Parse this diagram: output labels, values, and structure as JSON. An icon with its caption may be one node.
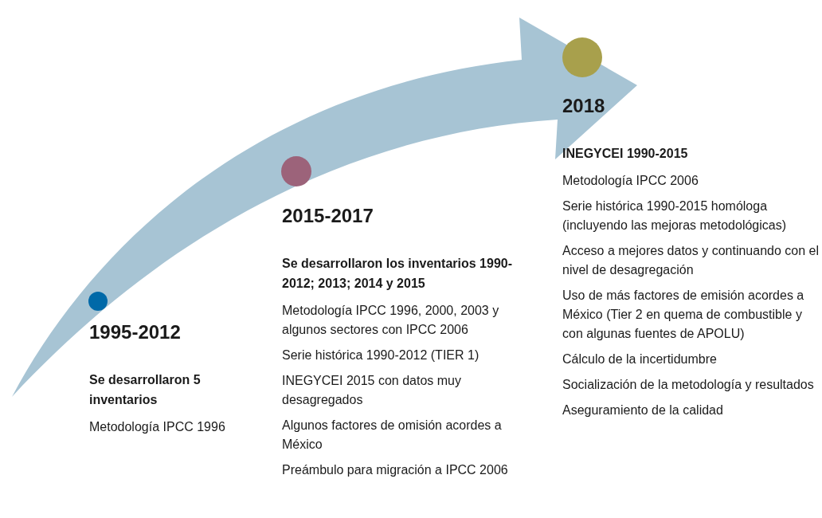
{
  "diagram": {
    "nodes": [
      {
        "text": [],
        "shape": "circle"
      },
      {
        "text": [],
        "shape": "circle"
      },
      {
        "text": [],
        "shape": "circle"
      }
    ],
    "labels": [
      "1995-2012",
      "Se desarrollaron 5 inventarios",
      "Metodología IPCC 1996",
      "2015-2017",
      "Se desarrollaron los inventarios 1990-2012; 2013; 2014 y 2015",
      "Metodología IPCC 1996, 2000, 2003 y algunos sectores con IPCC 2006",
      "Serie histórica 1990-2012 (TIER 1)",
      "INEGYCEI 2015 con datos muy desagregados",
      "Algunos factores de omisión acordes a México",
      "Preámbulo para migración a IPCC 2006",
      "2018",
      "INEGYCEI 1990-2015",
      "Metodología IPCC 2006",
      "Serie histórica 1990-2015 homóloga (incluyendo las mejoras metodológicas)",
      "Acceso a mejores datos y continuando con el nivel de desagregación",
      "Uso de más factores de emisión acordes a México (Tier 2 en quema de combustible y con algunas fuentes de APOLU)",
      "Cálculo de la incertidumbre",
      "Socialización de la metodología y resultados",
      "Aseguramiento de la calidad"
    ]
  }
}
